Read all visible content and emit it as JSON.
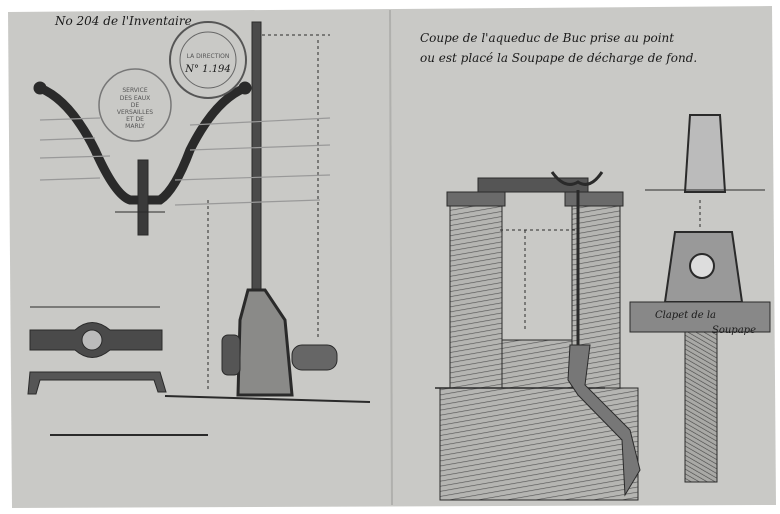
{
  "title": {
    "line1": "Coupe de l'aqueduc de Buc prise au point",
    "line2": "ou est placé la Soupape de décharge de fond."
  },
  "inventory_label": "No 204 de l'Inventaire",
  "stamps": {
    "service": [
      "SERVICE",
      "DES EAUX",
      "DE",
      "VERSAILLES",
      "ET DE",
      "MARLY"
    ],
    "direction": [
      "LA DIRECTION",
      "N° 1.194"
    ]
  },
  "labels": {
    "clapet_line1": "Clapet de la",
    "clapet_line2": "Soupape"
  },
  "colors": {
    "paper": "#c9c9c6",
    "ink": "#2a2a2a",
    "hatch": "#6a6a6a"
  }
}
